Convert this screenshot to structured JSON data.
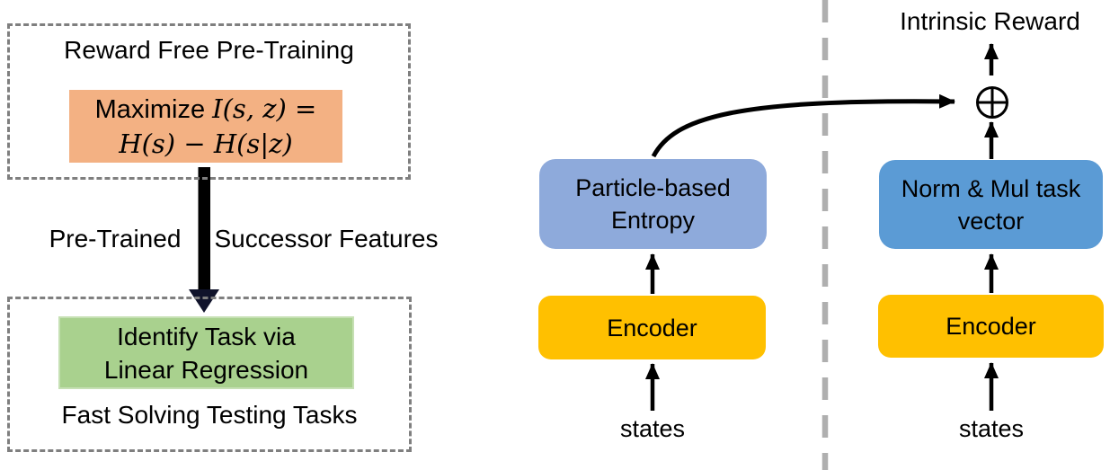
{
  "left_panel": {
    "pretrain_box": {
      "title": "Reward Free Pre-Training",
      "objective": {
        "prefix": "Maximize ",
        "math_line1": "I(s, z) =",
        "math_line2": "H(s) − H(s|z)"
      }
    },
    "arrow_label_left": "Pre-Trained",
    "arrow_label_right": "Successor Features",
    "test_box": {
      "task_line1": "Identify Task via",
      "task_line2": "Linear Regression",
      "caption": "Fast Solving Testing Tasks"
    }
  },
  "right_panel": {
    "output_label": "Intrinsic Reward",
    "combiner_icon": "circled-plus",
    "left_branch": {
      "top_box_line1": "Particle-based",
      "top_box_line2": "Entropy",
      "encoder_label": "Encoder",
      "input_label": "states"
    },
    "right_branch": {
      "top_box_line1": "Norm & Mul task",
      "top_box_line2": "vector",
      "encoder_label": "Encoder",
      "input_label": "states"
    }
  },
  "colors": {
    "objective_box_bg": "#F3B183",
    "task_box_bg": "#A9D18E",
    "task_box_border": "#C6E0B4",
    "particle_box_bg": "#8EAADB",
    "norm_box_bg": "#5B9BD5",
    "encoder_box_bg": "#FFC000",
    "dashed_border": "#7F7F7F",
    "divider": "#AFAFAF",
    "arrow": "#000000",
    "thick_arrow_head": "#10132B"
  }
}
